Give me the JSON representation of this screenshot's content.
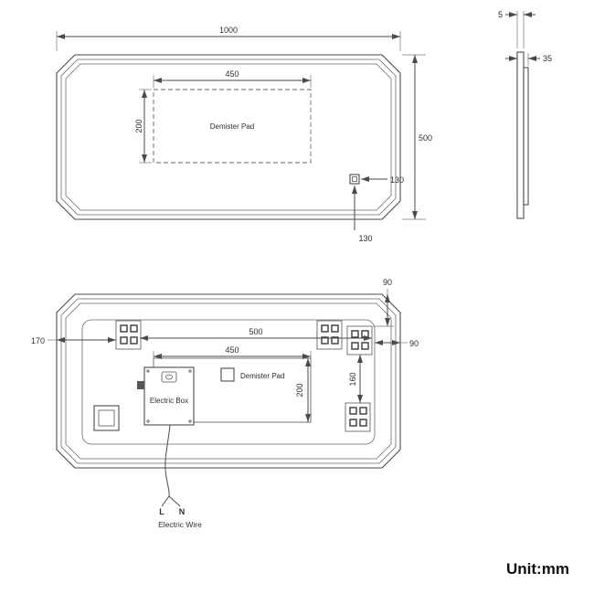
{
  "unit_label": "Unit:mm",
  "colors": {
    "line": "#4a4a4a",
    "background": "#ffffff"
  },
  "front_view": {
    "width": "1000",
    "height": "500",
    "demister": {
      "label": "Demister Pad",
      "width": "450",
      "height": "200"
    },
    "sensor_right": "130",
    "sensor_bottom": "130"
  },
  "side_view": {
    "glass_thickness": "5",
    "depth": "35"
  },
  "back_view": {
    "bracket_top_offset": "90",
    "bracket_left_offset": "170",
    "bracket_right_offset": "90",
    "bracket_span": "500",
    "demister_width": "450",
    "demister_height": "200",
    "bracket_gap": "160",
    "demister_label": "Demister Pad",
    "electric_box_label": "Electric Box",
    "line_label": "L",
    "neutral_label": "N",
    "wire_label": "Electric Wire"
  }
}
